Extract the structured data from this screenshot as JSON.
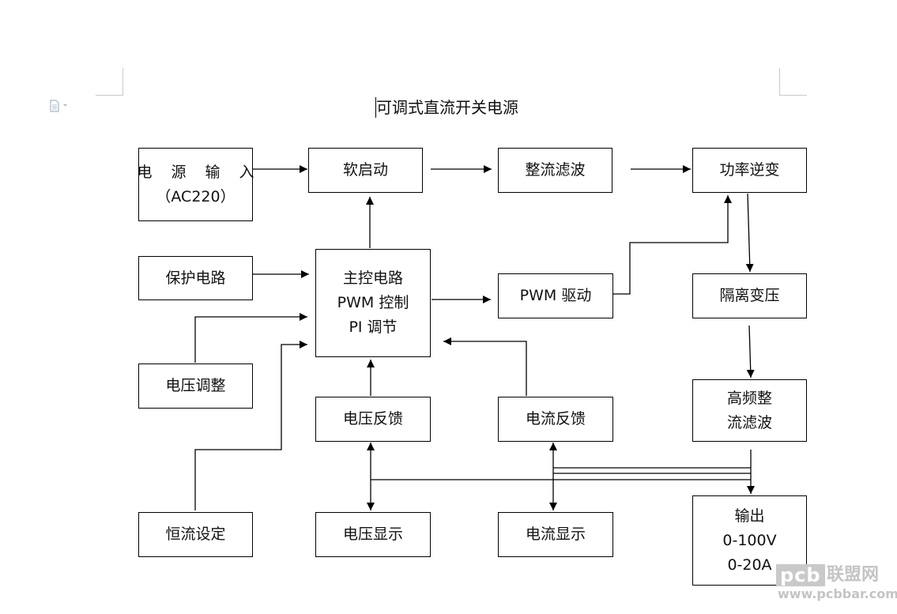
{
  "document": {
    "title": "可调式直流开关电源"
  },
  "blocks": {
    "power_input": [
      "电 源 输 入",
      "（AC220）"
    ],
    "soft_start": [
      "软启动"
    ],
    "rectifier_filter": [
      "整流滤波"
    ],
    "power_inverter": [
      "功率逆变"
    ],
    "protection": [
      "保护电路"
    ],
    "main_control": [
      "主控电路",
      "PWM 控制",
      "PI 调节"
    ],
    "pwm_driver": [
      "PWM 驱动"
    ],
    "isolation_transformer": [
      "隔离变压"
    ],
    "voltage_adjust": [
      "电压调整"
    ],
    "hf_rectifier_filter": [
      "高频整",
      "流滤波"
    ],
    "voltage_feedback": [
      "电压反馈"
    ],
    "current_feedback": [
      "电流反馈"
    ],
    "constant_current": [
      "恒流设定"
    ],
    "voltage_display": [
      "电压显示"
    ],
    "current_display": [
      "电流显示"
    ],
    "output": [
      "输出",
      "0-100V",
      "0-20A"
    ]
  },
  "watermark": {
    "logo_text": "pcb",
    "site_name": "联盟网",
    "url": "www.pcbbar.com"
  },
  "colors": {
    "line": "#000000",
    "crop_marks": "#c8c8c8",
    "watermark": "#c4c4c4"
  }
}
